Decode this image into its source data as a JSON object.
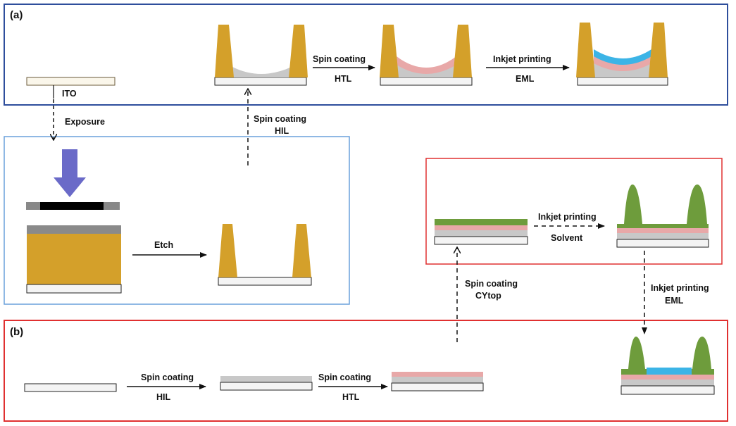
{
  "panels": {
    "a": {
      "label": "(a)",
      "frame_color": "#2e4e9c"
    },
    "b": {
      "label": "(b)",
      "frame_color": "#e03030"
    }
  },
  "labels": {
    "ito": "ITO",
    "exposure": "Exposure",
    "spin_hil_a_line1": "Spin coating",
    "spin_hil_a_line2": "HIL",
    "spin_htl_a_line1": "Spin coating",
    "spin_htl_a_line2": "HTL",
    "inkjet_eml_a_line1": "Inkjet printing",
    "inkjet_eml_a_line2": "EML",
    "etch": "Etch",
    "inkjet_solvent_line1": "Inkjet  printing",
    "inkjet_solvent_line2": "Solvent",
    "spin_cytop_line1": "Spin coating",
    "spin_cytop_line2": "CYtop",
    "inkjet_eml_b_line1": "Inkjet printing",
    "inkjet_eml_b_line2": "EML",
    "spin_hil_b_line1": "Spin coating",
    "spin_hil_b_line2": "HIL",
    "spin_htl_b_line1": "Spin coating",
    "spin_htl_b_line2": "HTL"
  },
  "colors": {
    "bank": "#d4a02a",
    "hil": "#c8c8c8",
    "htl": "#e8a8a8",
    "eml": "#3cb4e6",
    "cytop": "#6e9c3c",
    "uv_arrow": "#6a6ac8",
    "mask": "#000000",
    "exposure_box": "#6aa0dc"
  }
}
